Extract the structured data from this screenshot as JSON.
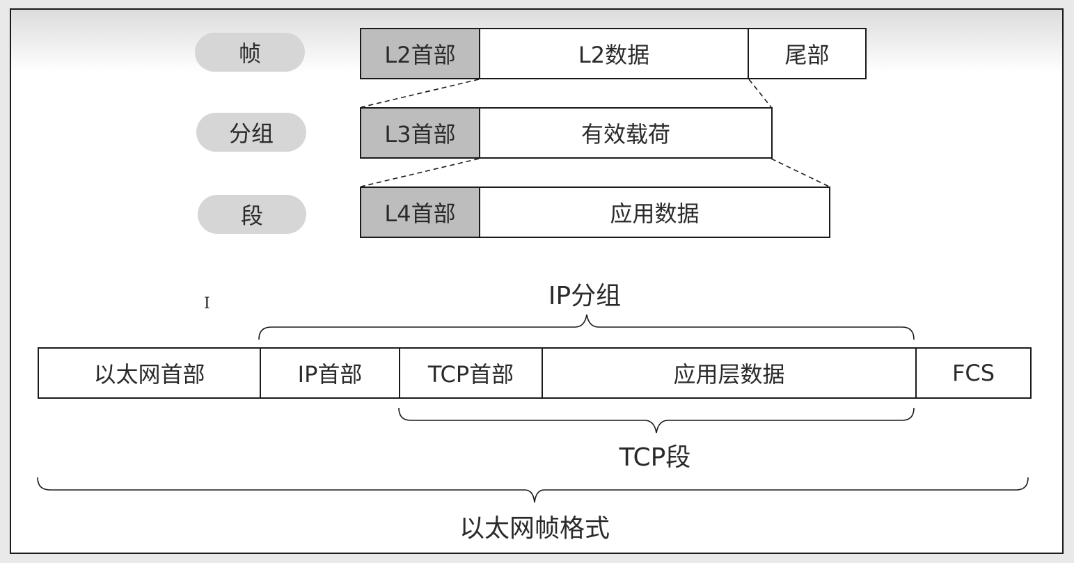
{
  "layers": {
    "frame": {
      "label": "帧",
      "header": "L2首部",
      "data": "L2数据",
      "trailer": "尾部"
    },
    "packet": {
      "label": "分组",
      "header": "L3首部",
      "data": "有效载荷"
    },
    "segment": {
      "label": "段",
      "header": "L4首部",
      "data": "应用数据"
    }
  },
  "ethernet": {
    "fields": {
      "eth_header": "以太网首部",
      "ip_header": "IP首部",
      "tcp_header": "TCP首部",
      "app_data": "应用层数据",
      "fcs": "FCS"
    },
    "braces": {
      "ip_packet": "IP分组",
      "tcp_segment": "TCP段",
      "ethernet_frame": "以太网帧格式"
    }
  },
  "cursor_glyph": "I"
}
